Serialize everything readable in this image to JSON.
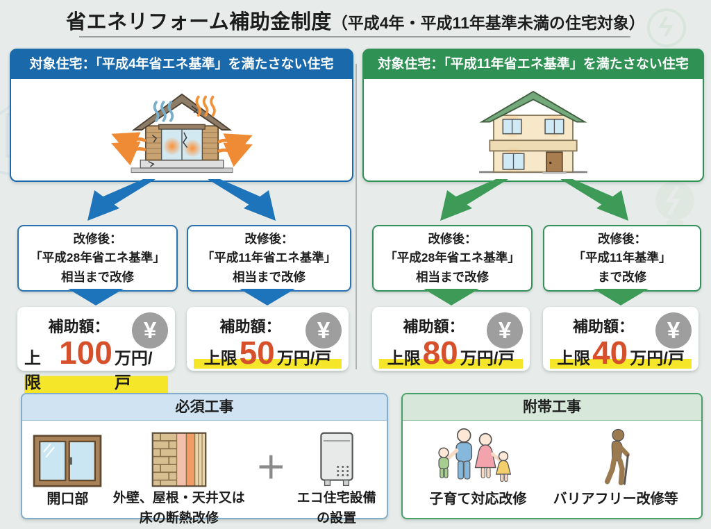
{
  "title": {
    "main": "省エネリフォーム補助金制度",
    "sub": "（平成4年・平成11年基準未満の住宅対象）"
  },
  "colors": {
    "blue_theme": "#1a69ab",
    "green_theme": "#2f9153",
    "amount_red": "#d7502c",
    "highlight_yellow": "#f6e62a",
    "coin_gray": "#9e9e9e"
  },
  "left_panel": {
    "header": "対象住宅：「平成4年省エネ基準」を満たさない住宅",
    "house_icon": "old-drafty-house-icon",
    "options": [
      {
        "after": [
          "改修後：",
          "「平成28年省エネ基準」",
          "相当まで改修"
        ],
        "subsidy_label": "補助額：",
        "limit": "上限",
        "amount": "100",
        "unit": "万円/戸",
        "coin": "¥"
      },
      {
        "after": [
          "改修後：",
          "「平成11年省エネ基準」",
          "相当まで改修"
        ],
        "subsidy_label": "補助額：",
        "limit": "上限",
        "amount": "50",
        "unit": "万円/戸",
        "coin": "¥"
      }
    ]
  },
  "right_panel": {
    "header": "対象住宅：「平成11年省エネ基準」を満たさない住宅",
    "house_icon": "two-story-house-icon",
    "options": [
      {
        "after": [
          "改修後：",
          "「平成28年省エネ基準」",
          "相当まで改修"
        ],
        "subsidy_label": "補助額：",
        "limit": "上限",
        "amount": "80",
        "unit": "万円/戸",
        "coin": "¥"
      },
      {
        "after": [
          "改修後：",
          "「平成11年基準」",
          "まで改修"
        ],
        "subsidy_label": "補助額：",
        "limit": "上限",
        "amount": "40",
        "unit": "万円/戸",
        "coin": "¥"
      }
    ]
  },
  "required_work": {
    "title": "必須工事",
    "plus": "＋",
    "items": [
      {
        "icon": "window-icon",
        "lines": [
          "開口部"
        ]
      },
      {
        "icon": "wall-insulation-icon",
        "lines": [
          "外壁、屋根・天井又は",
          "床の断熱改修"
        ]
      },
      {
        "icon": "water-heater-icon",
        "lines": [
          "エコ住宅設備",
          "の設置"
        ]
      }
    ]
  },
  "incidental_work": {
    "title": "附帯工事",
    "items": [
      {
        "icon": "family-icon",
        "lines": [
          "子育て対応改修"
        ]
      },
      {
        "icon": "elderly-cane-icon",
        "lines": [
          "バリアフリー改修等"
        ]
      }
    ]
  }
}
